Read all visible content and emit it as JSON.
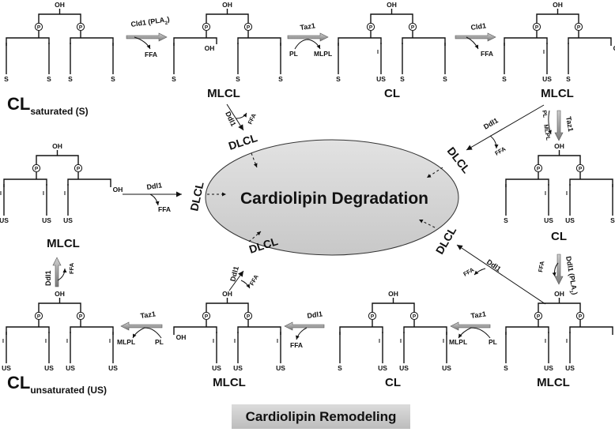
{
  "molecule_labels": {
    "hydroxyl": "OH",
    "phosphate": "P",
    "saturated": "S",
    "unsaturated": "US",
    "unsat_mark": "I"
  },
  "species": {
    "cl": "CL",
    "mlcl": "MLCL",
    "dlcl": "DLCL"
  },
  "pathway_labels": {
    "cl_main": "CL",
    "cl_saturated_sub": "saturated (S)",
    "cl_unsaturated_sub": "unsaturated (US)"
  },
  "reactions": {
    "cld1_pla2": "Cld1 (PLA",
    "cld1_pla2_sub": "2",
    "cld1_pla2_close": ")",
    "cld1": "Cld1",
    "taz1": "Taz1",
    "ddl1": "Ddl1",
    "ddl1_pla1": "Ddl1 (PLA",
    "ddl1_pla1_sub": "1",
    "ddl1_pla1_close": ")",
    "ffa": "FFA",
    "pl": "PL",
    "mlpl": "MLPL"
  },
  "center_label": "Cardiolipin Degradation",
  "footer_label": "Cardiolipin Remodeling"
}
